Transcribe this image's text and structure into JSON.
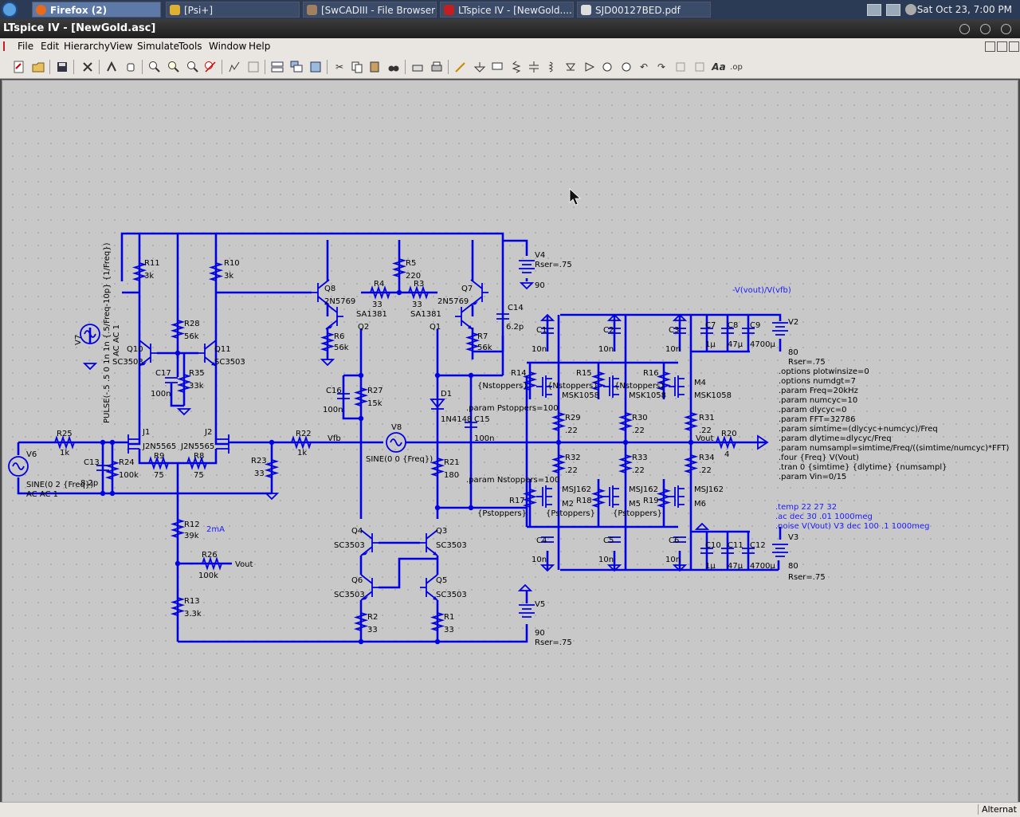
{
  "taskbar": {
    "items": [
      {
        "label": "Firefox (2)",
        "active": true
      },
      {
        "label": "[Psi+]",
        "active": false
      },
      {
        "label": "[SwCADIII - File Browser]",
        "active": false
      },
      {
        "label": "LTspice IV - [NewGold....",
        "active": false
      },
      {
        "label": "SJD00127BED.pdf",
        "active": false
      }
    ],
    "clock": "Sat Oct 23,  7:00 PM"
  },
  "window": {
    "title": "LTspice IV - [NewGold.asc]"
  },
  "menu": [
    "File",
    "Edit",
    "Hierarchy",
    "View",
    "Simulate",
    "Tools",
    "Window",
    "Help"
  ],
  "status": {
    "right": "Alternat"
  },
  "colors": {
    "wire": "#0000e0",
    "canvas": "#c8c8c8",
    "directive": "#1a1aff"
  },
  "schematic": {
    "labels": {
      "R11": "R11",
      "R11v": "3k",
      "R10": "R10",
      "R10v": "3k",
      "R28": "R28",
      "R28v": "56k",
      "R35": "R35",
      "R35v": "33k",
      "C17": "C17",
      "C17v": "100n",
      "Q10": "Q10",
      "Q10m": "SC3503",
      "Q11": "Q11",
      "Q11m": "SC3503",
      "V7": "V7",
      "V7v": "PULSE(-.5 .5 0 1n 1n {.5/Freq-10p} {1/Freq})",
      "V7ac": "AC AC 1",
      "J1": "J1",
      "J1m": "J2N5565",
      "J2": "J2",
      "J2m": "J2N5565",
      "R9": "R9",
      "R9v": "75",
      "R8": "R8",
      "R8v": "75",
      "R25": "R25",
      "R25v": "1k",
      "C13": "C13",
      "C13v": "8.2p",
      "R24": "R24",
      "R24v": "100k",
      "V6": "V6",
      "V6v": "SINE(0 2 {Freq})",
      "V6ac": "AC AC 1",
      "R23": "R23",
      "R23v": "33",
      "R22": "R22",
      "R22v": "1k",
      "Vfb": "Vfb",
      "R12": "R12",
      "R12v": "39k",
      "ma2": "2mA",
      "R26": "R26",
      "R26v": "100k",
      "Vout_r26": "Vout",
      "R13": "R13",
      "R13v": "3.3k",
      "Q8": "Q8",
      "Q8m": "2N5769",
      "Q2": "Q2",
      "Q2m": "SA1381",
      "R4": "R4",
      "R4v": "33",
      "R3": "R3",
      "R3v": "33",
      "R5": "R5",
      "R5v": "220",
      "Q7": "Q7",
      "Q7m": "2N5769",
      "Q1": "Q1",
      "Q1m": "SA1381",
      "R6": "R6",
      "R6v": "56k",
      "R7": "R7",
      "R7v": "56k",
      "C14": "C14",
      "C14v": "6.2p",
      "V4": "V4",
      "V4r": "Rser=.75",
      "V4v": "90",
      "C16": "C16",
      "C16v": "100n",
      "R27": "R27",
      "R27v": "15k",
      "D1": "D1",
      "D1m": "1N4148",
      "C15": "C15",
      "C15v": "100n",
      "V8": "V8",
      "V8v": "SINE(0 0 {Freq})",
      "R21": "R21",
      "R21v": "180",
      "Q4": "Q4",
      "Q4m": "SC3503",
      "Q3": "Q3",
      "Q3m": "SC3503",
      "Q6": "Q6",
      "Q6m": "SC3503",
      "Q5": "Q5",
      "Q5m": "SC3503",
      "R2": "R2",
      "R2v": "33",
      "R1": "R1",
      "R1v": "33",
      "V5": "V5",
      "V5v": "90",
      "V5r": "Rser=.75",
      "pstop": ".param Pstoppers=100",
      "nstop": ".param Nstoppers=100",
      "R14": "R14",
      "R15": "R15",
      "R16": "R16",
      "Nst": "{Nstoppers}",
      "M1m": "MSK1058",
      "M3m": "MSK1058",
      "M4": "M4",
      "M4m": "MSK1058",
      "R29": "R29",
      "R29v": ".22",
      "R30": "R30",
      "R30v": ".22",
      "R31": "R31",
      "R31v": ".22",
      "R32": "R32",
      "R32v": ".22",
      "R33": "R33",
      "R33v": ".22",
      "R34": "R34",
      "R34v": ".22",
      "R17": "R17",
      "R18": "R18",
      "R19": "R19",
      "Pst": "{Pstoppers}",
      "M2": "M2",
      "M2m": "MSJ162",
      "M5": "M5",
      "M5m": "MSJ162",
      "M6": "M6",
      "M6m": "MSJ162",
      "C1": "C1",
      "C2": "C2",
      "C3": "C3",
      "C4": "C4",
      "C5": "C5",
      "C6": "C6",
      "cv": "10n",
      "C7": "C7",
      "C7v": "1µ",
      "C8": "C8",
      "C8v": "47µ",
      "C9": "C9",
      "C9v": "4700µ",
      "C10": "C10",
      "C10v": "1µ",
      "C11": "C11",
      "C11v": "47µ",
      "C12": "C12",
      "C12v": "4700µ",
      "V2": "V2",
      "V2v": "80",
      "V2r": "Rser=.75",
      "V3": "V3",
      "V3v": "80",
      "V3r": "Rser=.75",
      "R20": "R20",
      "R20v": "4",
      "Vout": "Vout",
      "gain": "-V(vout)/V(vfb)"
    },
    "directives": [
      ".options plotwinsize=0",
      ".options numdgt=7",
      ".param Freq=20kHz",
      ".param numcyc=10",
      ".param dlycyc=0",
      ".param FFT=32786",
      ".param simtime=(dlycyc+numcyc)/Freq",
      ".param dlytime=dlycyc/Freq",
      ".param numsampl=simtime/Freq/((simtime/numcyc)*FFT)",
      ".four {Freq} V(Vout)",
      ".tran 0 {simtime} {dlytime} {numsampl}",
      ".param Vin=0/15"
    ],
    "analysis": [
      ".temp 22 27 32",
      ".ac dec 30 .01 1000meg",
      ".noise V(Vout) V3 dec 100 .1 1000meg"
    ]
  }
}
